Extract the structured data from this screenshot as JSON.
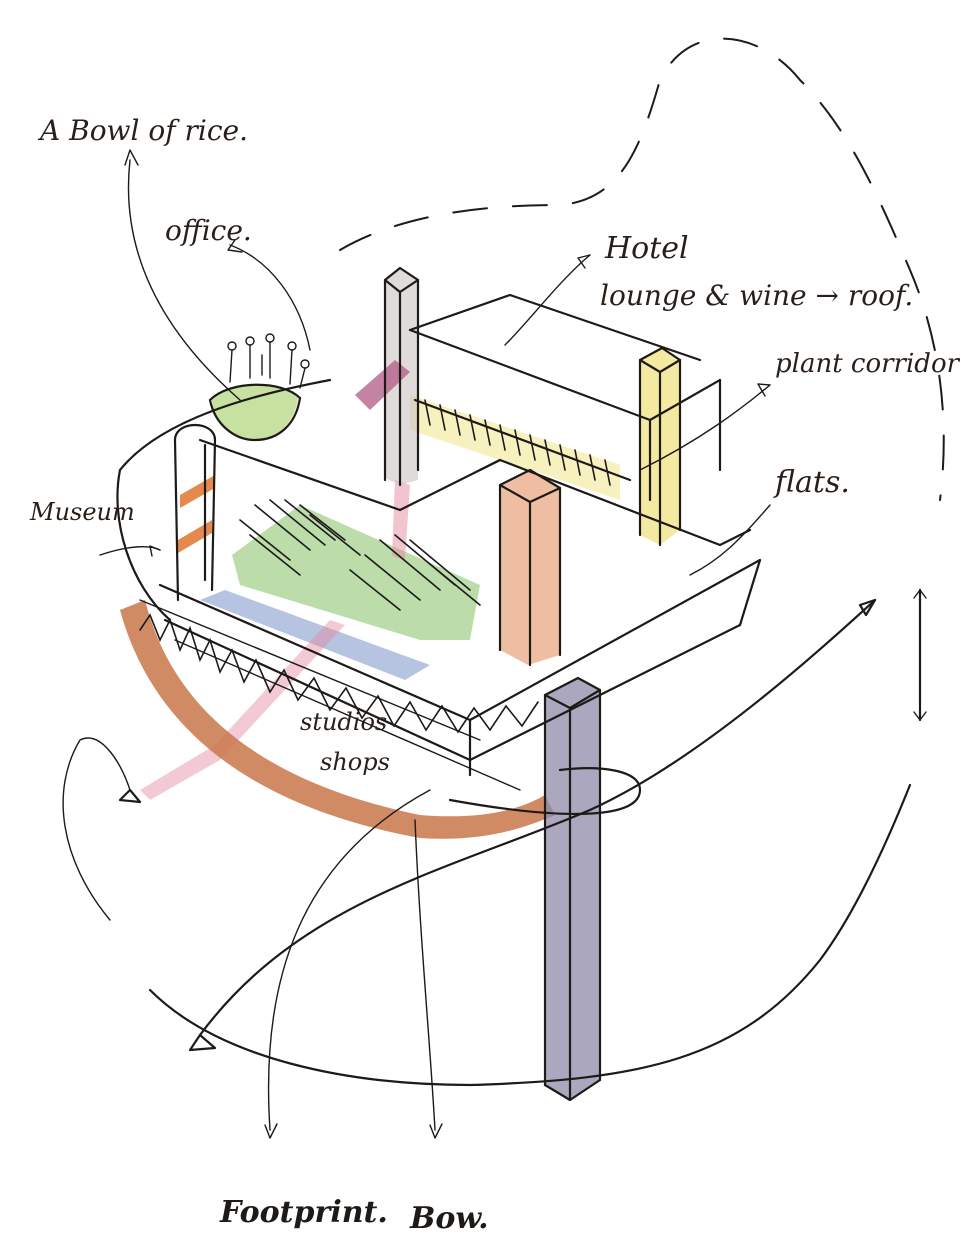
{
  "labels": {
    "bowl_of_rice": "A Bowl of rice.",
    "office": "office.",
    "hotel": "Hotel",
    "lounge_wine_roof": "lounge & wine → roof.",
    "plant_corridor": "plant corridor",
    "flats": "flats.",
    "museum": "Museum",
    "studios": "studios",
    "shops": "shops",
    "footprint": "Footprint.",
    "bow": "Bow."
  },
  "colors": {
    "ink": "#1d1a17",
    "bowl_green": "#b9d98a",
    "garden_green": "#9fcf86",
    "bow_terracotta": "#c8774a",
    "tower_orange": "#e8a37a",
    "tower_yellow": "#f1e48a",
    "tower_violet": "#8e89a8",
    "accent_blue": "#7a93c9",
    "accent_pink": "#e58aa0",
    "accent_magenta": "#b25a86"
  }
}
